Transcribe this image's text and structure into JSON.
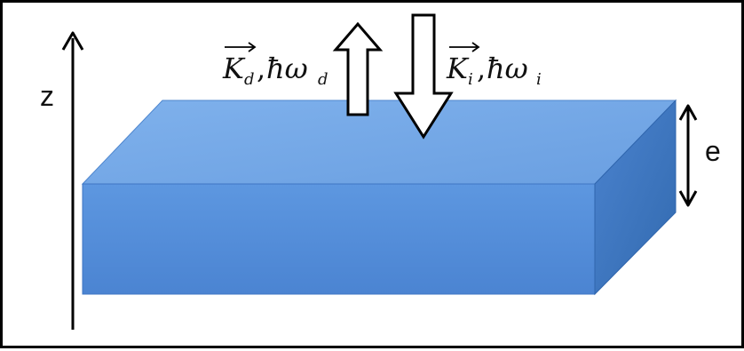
{
  "diagram": {
    "axis_label": "z",
    "thickness_label": "e",
    "diffracted_wave_label": {
      "vector": "K",
      "vector_subscript": "d",
      "separator": ",",
      "energy_prefix": "ħω",
      "energy_subscript": "d"
    },
    "incident_wave_label": {
      "vector": "K",
      "vector_subscript": "i",
      "separator": ",",
      "energy_prefix": "ħω",
      "energy_subscript": "i"
    },
    "colors": {
      "slab_top": "#75a8e6",
      "slab_front": "#4f8bd8",
      "slab_side": "#3d74be",
      "slab_edge": "#2f65ad",
      "ink": "#000000",
      "arrow_fill": "#ffffff"
    }
  }
}
